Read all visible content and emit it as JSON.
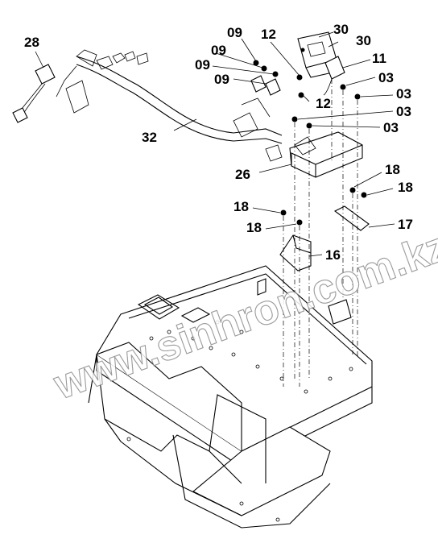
{
  "watermark": "www.sinhron.com.kz",
  "callouts": {
    "c28": "28",
    "c09a": "09",
    "c09b": "09",
    "c09c": "09",
    "c09d": "09",
    "c12a": "12",
    "c12b": "12",
    "c30a": "30",
    "c30b": "30",
    "c11": "11",
    "c03a": "03",
    "c03b": "03",
    "c03c": "03",
    "c03d": "03",
    "c32": "32",
    "c26": "26",
    "c18a": "18",
    "c18b": "18",
    "c18c": "18",
    "c18d": "18",
    "c17": "17",
    "c16": "16"
  }
}
